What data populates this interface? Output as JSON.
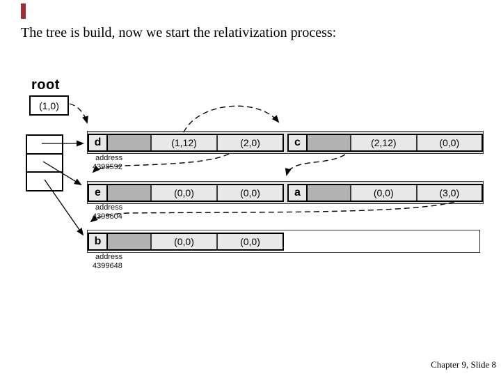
{
  "title": "The tree is build, now we start the relativization process:",
  "footer": "Chapter 9, Slide 8",
  "root": {
    "label": "root",
    "value": "(1,0)"
  },
  "memory_rows": [
    {
      "address_label": "address",
      "address": "4398592",
      "records": [
        {
          "name": "d",
          "fields": [
            "(1,12)",
            "(2,0)"
          ]
        },
        {
          "name": "c",
          "fields": [
            "(2,12)",
            "(0,0)"
          ]
        }
      ]
    },
    {
      "address_label": "address",
      "address": "4399604",
      "records": [
        {
          "name": "e",
          "fields": [
            "(0,0)",
            "(0,0)"
          ]
        },
        {
          "name": "a",
          "fields": [
            "(0,0)",
            "(3,0)"
          ]
        }
      ]
    },
    {
      "address_label": "address",
      "address": "4399648",
      "records": [
        {
          "name": "b",
          "fields": [
            "(0,0)",
            "(0,0)"
          ]
        }
      ]
    }
  ],
  "colors": {
    "record_light": "#e8e8e8",
    "pointer_cell_gray": "#b2b2b2",
    "band_gray": "#e2e2e2",
    "corner_marker_red": "#a03033"
  }
}
